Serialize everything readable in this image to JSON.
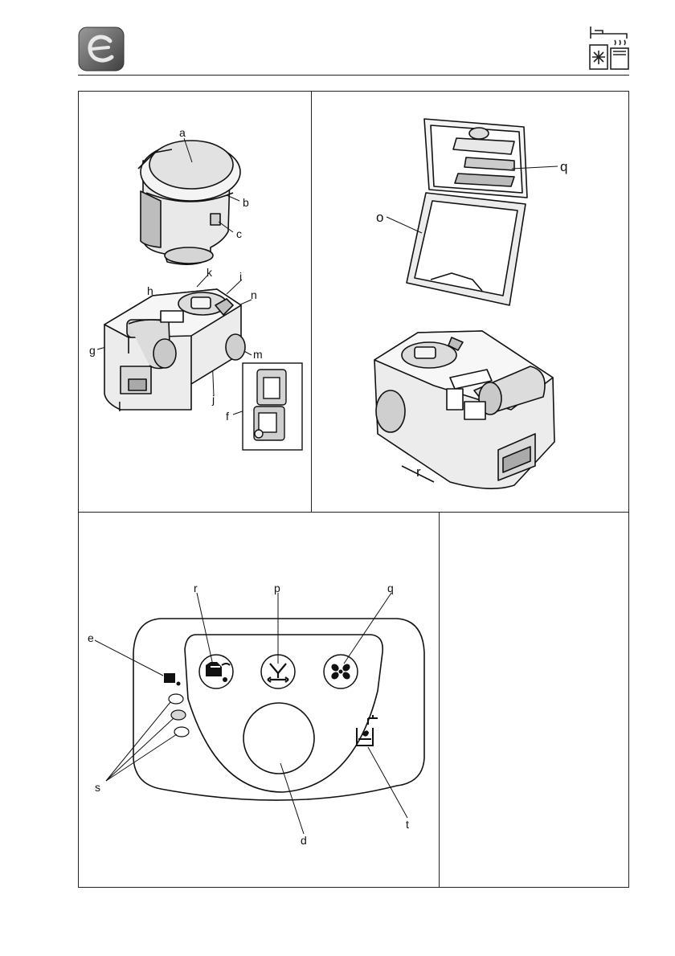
{
  "figure_top": {
    "labels": {
      "a": "a",
      "b": "b",
      "c": "c",
      "k": "k",
      "i": "i",
      "h": "h",
      "n": "n",
      "g": "g",
      "m": "m",
      "j": "j",
      "l": "l",
      "f": "f"
    }
  },
  "figure_right": {
    "labels": {
      "q": "q",
      "o": "o",
      "r": "r"
    }
  },
  "figure_panel": {
    "labels": {
      "r": "r",
      "p": "p",
      "q": "q",
      "e": "e",
      "s": "s",
      "d": "d",
      "t": "t"
    }
  }
}
